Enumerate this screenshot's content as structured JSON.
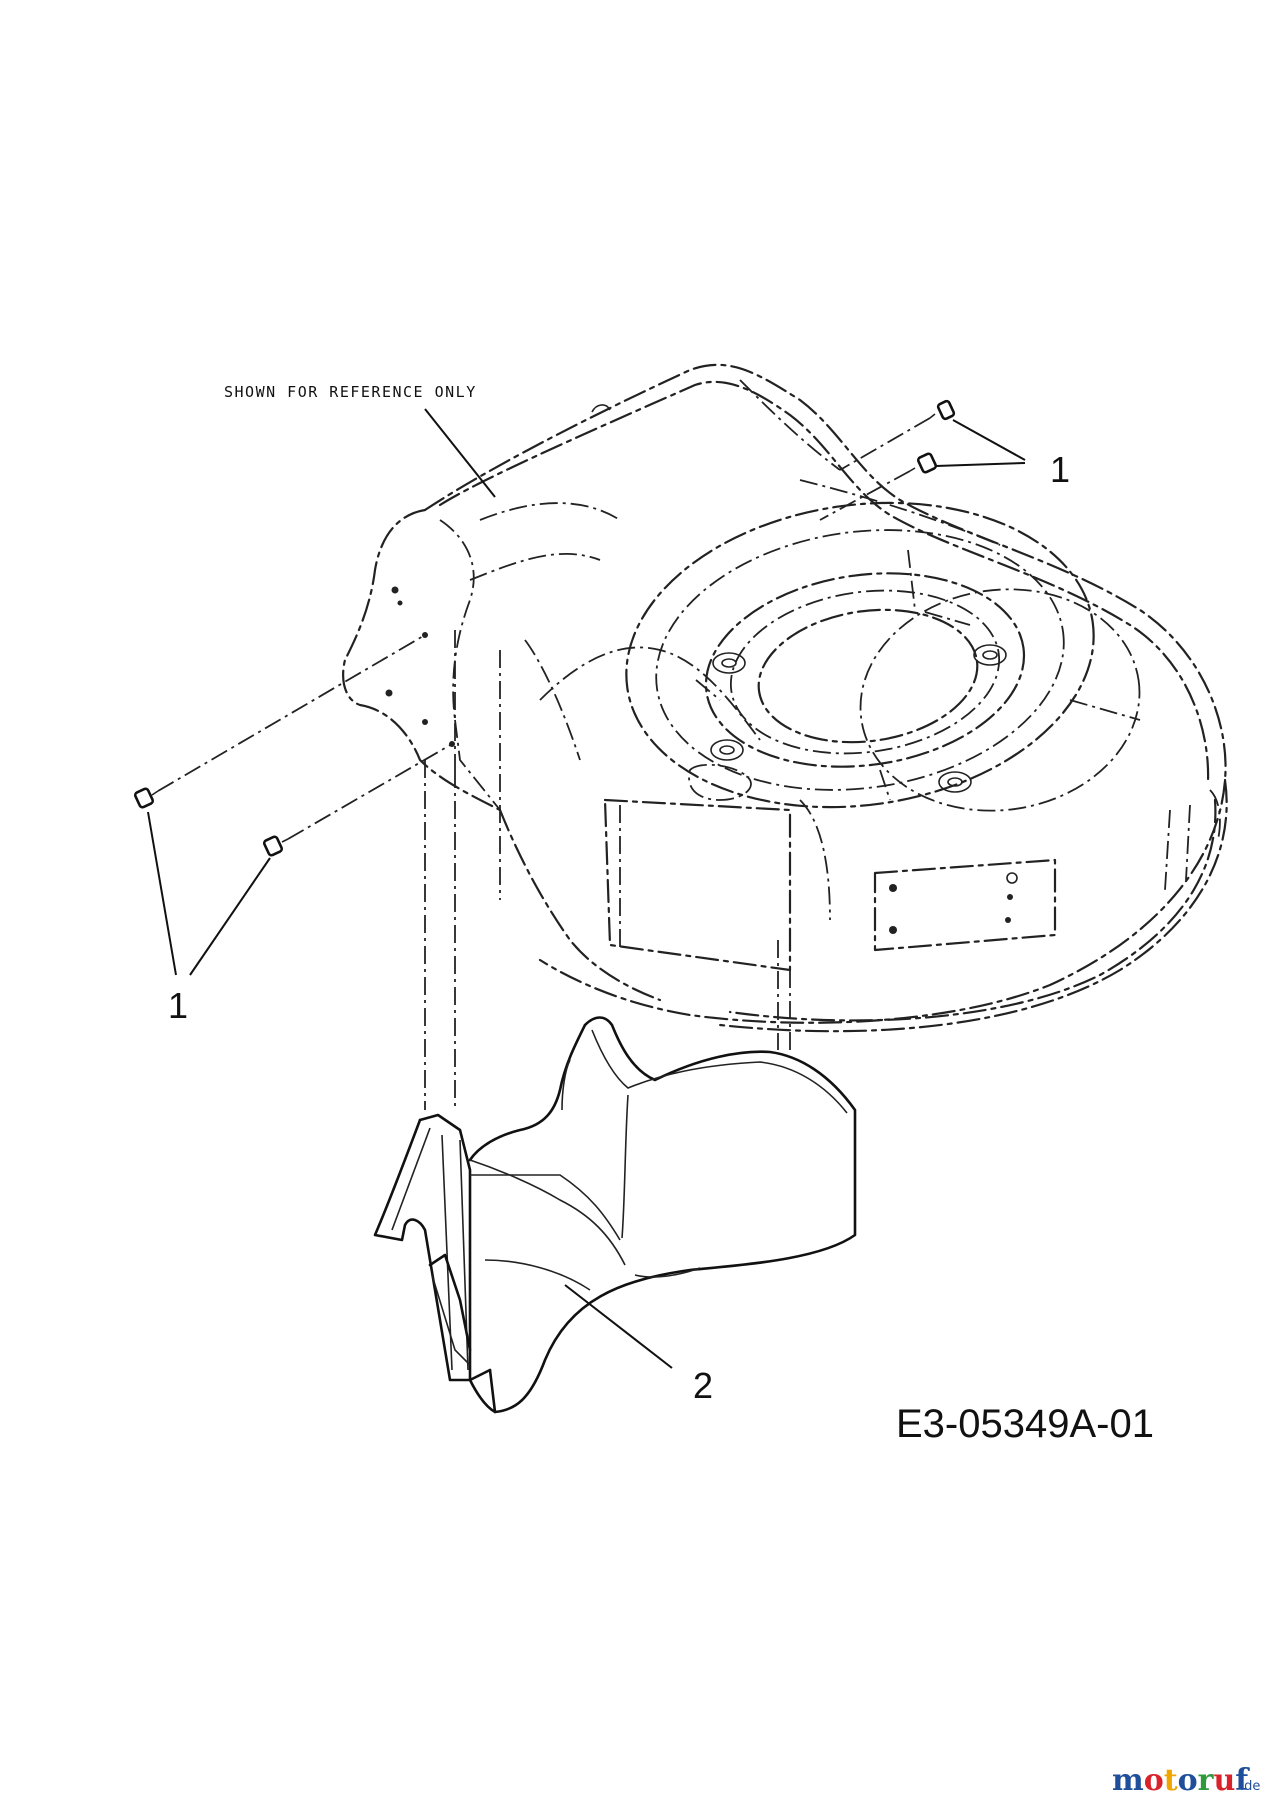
{
  "reference_note": "SHOWN FOR REFERENCE ONLY",
  "callouts": {
    "screws_right": "1",
    "screws_left": "1",
    "chute": "2"
  },
  "figure_id": "E3-05349A-01",
  "watermark": {
    "brand_colored": "motoruf",
    "brand_suffix": ".de",
    "letter_colors": [
      "#1f4e9a",
      "#d8232a",
      "#f0a500",
      "#1f4e9a",
      "#2f9a3c",
      "#d8232a",
      "#1f4e9a"
    ]
  }
}
